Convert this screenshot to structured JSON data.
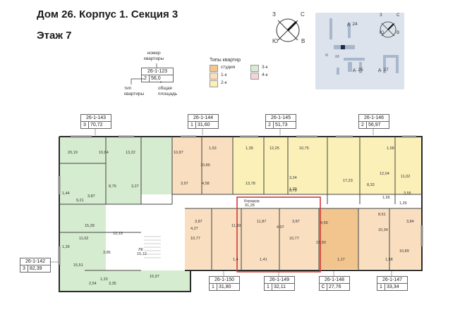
{
  "title": "Дом 26. Корпус 1. Секция 3",
  "floor": "Этаж 7",
  "key": {
    "number_label": "номер\nквартиры",
    "sample_number": "26-1-123",
    "sample_type": "2",
    "sample_area": "56,0",
    "type_label": "тип\nквартиры",
    "area_label": "общая\nплощадь"
  },
  "legend": {
    "title": "Типы квартир",
    "items": [
      {
        "label": "студия",
        "color": "#f2c58e"
      },
      {
        "label": "1-к",
        "color": "#f9dfc0"
      },
      {
        "label": "2-к",
        "color": "#faf0b8"
      },
      {
        "label": "3-к",
        "color": "#d6ecd0"
      },
      {
        "label": "4-к",
        "color": "#f6d3d8"
      }
    ]
  },
  "compass": {
    "n": "С",
    "s": "Ю",
    "w": "З",
    "e": "В"
  },
  "minimap": {
    "bldg_24": "д. 24",
    "bldg_25": "д. 25",
    "bldg_27": "д. 27",
    "compass": {
      "n": "С",
      "s": "Ю",
      "w": "З",
      "e": "В"
    }
  },
  "apartments_top": [
    {
      "number": "26-1-143",
      "type": "3",
      "area": "70,72"
    },
    {
      "number": "26-1-144",
      "type": "1",
      "area": "31,60"
    },
    {
      "number": "26-1-145",
      "type": "2",
      "area": "51,73"
    },
    {
      "number": "26-1-146",
      "type": "2",
      "area": "56,97"
    }
  ],
  "apartments_bottom": [
    {
      "number": "26-1-142",
      "type": "3",
      "area": "82,39"
    },
    {
      "number": "26-1-150",
      "type": "1",
      "area": "31,80"
    },
    {
      "number": "26-1-149",
      "type": "1",
      "area": "32,11"
    },
    {
      "number": "26-1-148",
      "type": "С",
      "area": "27,76"
    },
    {
      "number": "26-1-147",
      "type": "1",
      "area": "33,34"
    }
  ],
  "corridor": {
    "label": "Коридор",
    "area": "91,28"
  },
  "hall": {
    "label": "ЛК",
    "area": "15,12"
  },
  "room_areas": [
    "20,19",
    "10,84",
    "13,22",
    "1,44",
    "9,21",
    "3,87",
    "8,79",
    "3,27",
    "15,28",
    "12,13",
    "1,39",
    "11,02",
    "3,85",
    "15,51",
    "2,54",
    "1,23",
    "3,35",
    "15,97",
    "10,87",
    "1,53",
    "10,85",
    "3,97",
    "4,58",
    "1,39",
    "12,25",
    "10,75",
    "13,78",
    "3,24",
    "8,79",
    "1,23",
    "17,23",
    "1,58",
    "12,04",
    "8,33",
    "11,02",
    "1,65",
    "3,55",
    "1,26",
    "3,87",
    "4,27",
    "11,59",
    "10,77",
    "1,4",
    "11,87",
    "4,07",
    "3,87",
    "10,77",
    "1,41",
    "4,59",
    "22,90",
    "1,17",
    "8,61",
    "15,34",
    "3,84",
    "1,58",
    "10,89"
  ]
}
